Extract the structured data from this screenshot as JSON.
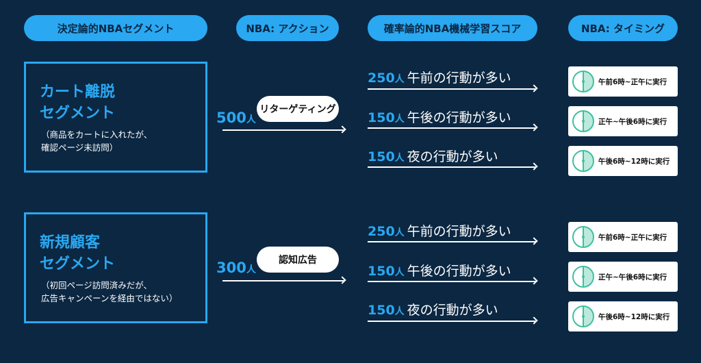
{
  "headers": [
    "決定論的NBAセグメント",
    "NBA: アクション",
    "確率論的NBA機械学習スコア",
    "NBA: タイミング"
  ],
  "colors": {
    "background": "#0b2742",
    "accent": "#2aa8f2",
    "timer": "#3fbf9f"
  },
  "icons": {
    "timer": "clock-half-icon"
  },
  "segments": [
    {
      "title": "カート離脱\nセグメント",
      "desc": "（商品をカートに入れたが、\n確認ページ未訪問）",
      "count": "500",
      "unit": "人",
      "action": "リターゲティング",
      "rows": [
        {
          "num": "250",
          "unit": "人",
          "text": "午前の行動が多い",
          "timing": "午前6時~正午に実行"
        },
        {
          "num": "150",
          "unit": "人",
          "text": "午後の行動が多い",
          "timing": "正午~午後6時に実行"
        },
        {
          "num": "150",
          "unit": "人",
          "text": "夜の行動が多い",
          "timing": "午後6時~12時に実行"
        }
      ]
    },
    {
      "title": "新規顧客\nセグメント",
      "desc": "（初回ページ訪問済みだが、\n広告キャンペーンを経由ではない）",
      "count": "300",
      "unit": "人",
      "action": "認知広告",
      "rows": [
        {
          "num": "250",
          "unit": "人",
          "text": "午前の行動が多い",
          "timing": "午前6時~正午に実行"
        },
        {
          "num": "150",
          "unit": "人",
          "text": "午後の行動が多い",
          "timing": "正午~午後6時に実行"
        },
        {
          "num": "150",
          "unit": "人",
          "text": "夜の行動が多い",
          "timing": "午後6時~12時に実行"
        }
      ]
    }
  ]
}
